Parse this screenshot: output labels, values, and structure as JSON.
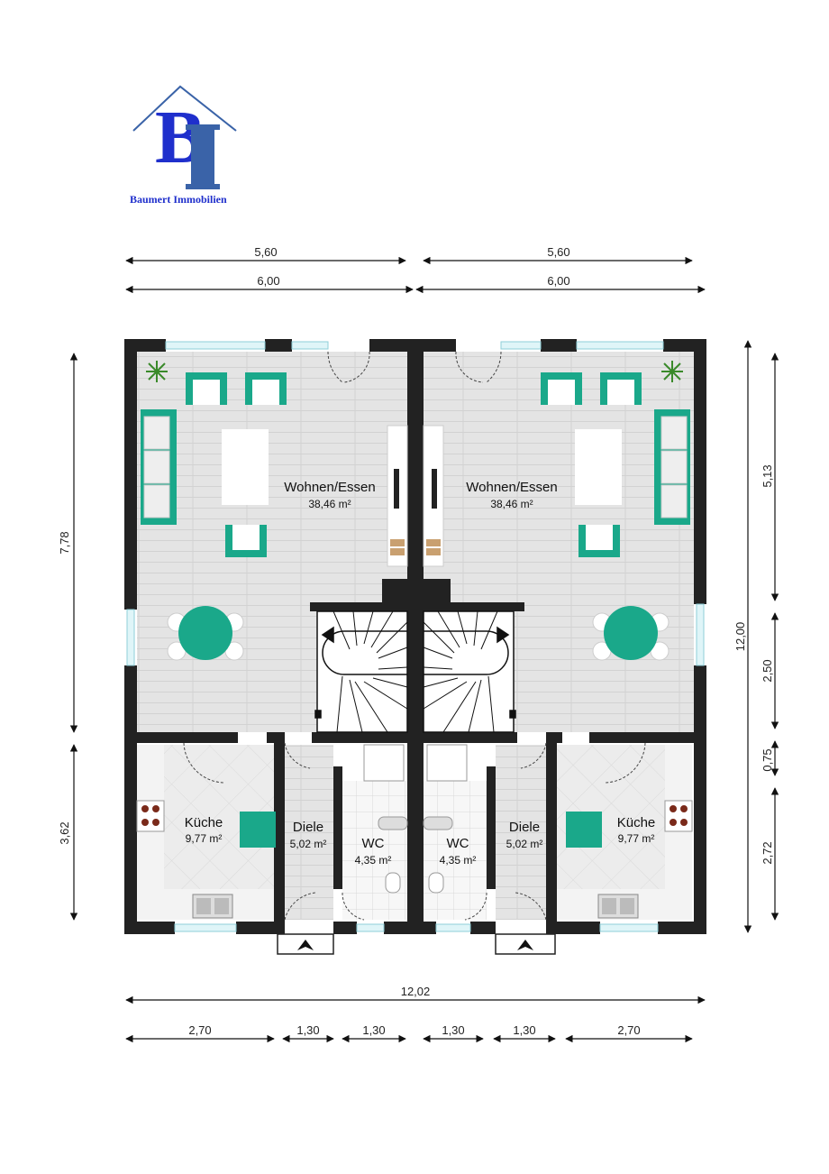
{
  "logo": {
    "text": "Baumert Immobilien",
    "letters": "BI"
  },
  "dimensions": {
    "top_inner_left": "5,60",
    "top_inner_right": "5,60",
    "top_outer_left": "6,00",
    "top_outer_right": "6,00",
    "left_upper": "7,78",
    "left_lower": "3,62",
    "right_total": "12,00",
    "right_a": "5,13",
    "right_b": "2,50",
    "right_c": "0,75",
    "right_d": "2,72",
    "bottom_total": "12,02",
    "bottom_segments": [
      "2,70",
      "1,30",
      "1,30",
      "1,30",
      "1,30",
      "2,70"
    ]
  },
  "rooms": {
    "left": {
      "wohnen": {
        "name": "Wohnen/Essen",
        "area": "38,46 m²"
      },
      "kueche": {
        "name": "Küche",
        "area": "9,77 m²"
      },
      "diele": {
        "name": "Diele",
        "area": "5,02 m²"
      },
      "wc": {
        "name": "WC",
        "area": "4,35 m²"
      }
    },
    "right": {
      "wohnen": {
        "name": "Wohnen/Essen",
        "area": "38,46 m²"
      },
      "kueche": {
        "name": "Küche",
        "area": "9,77 m²"
      },
      "diele": {
        "name": "Diele",
        "area": "5,02 m²"
      },
      "wc": {
        "name": "WC",
        "area": "4,35 m²"
      }
    }
  },
  "colors": {
    "wall": "#222222",
    "furniture": "#1aa88a",
    "floor_living": "#e3e3e3",
    "floor_kitchen": "#ececec",
    "logo_blue": "#1f2fcc",
    "logo_steel": "#3a63a8"
  }
}
